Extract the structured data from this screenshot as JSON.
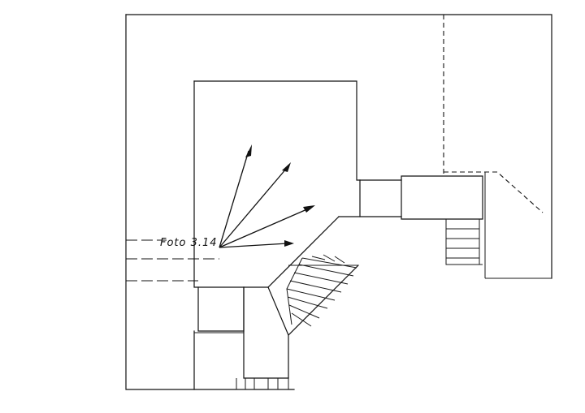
{
  "diagram": {
    "photo_label": "Foto 3.14",
    "photo_arrows": [
      {
        "name": "view-arrow-1",
        "angle_deg": 70
      },
      {
        "name": "view-arrow-2",
        "angle_deg": 45
      },
      {
        "name": "view-arrow-3",
        "angle_deg": 27
      },
      {
        "name": "view-arrow-4",
        "angle_deg": 5
      }
    ]
  },
  "colors": {
    "line": "#111111",
    "background": "#ffffff"
  }
}
